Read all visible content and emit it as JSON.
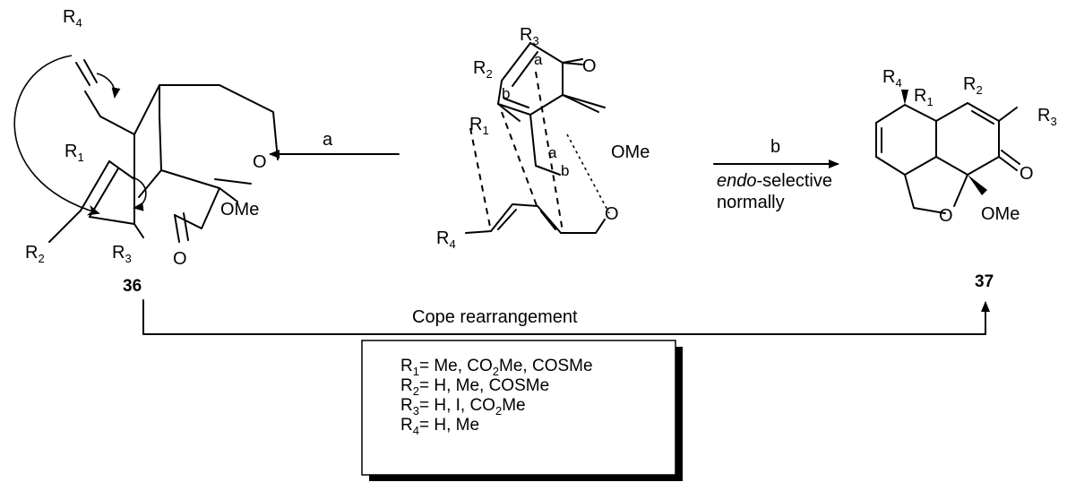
{
  "reaction_a": {
    "label": "a"
  },
  "reaction_b": {
    "label": "b",
    "note_italic": "endo",
    "note_rest": "-selective",
    "note_line2": "normally"
  },
  "cope": {
    "label": "Cope rearrangement"
  },
  "compound_36": {
    "number": "36"
  },
  "compound_37": {
    "number": "37"
  },
  "atoms": {
    "R": "R",
    "one": "1",
    "two": "2",
    "three": "3",
    "four": "4",
    "O": "O",
    "OMe": "OMe",
    "a": "a",
    "b": "b"
  },
  "legend": {
    "lines": [
      {
        "r": "R",
        "sub": "1",
        "text": "= Me, CO",
        "sub2": "2",
        "text2": "Me, COSMe"
      },
      {
        "r": "R",
        "sub": "2",
        "text": "= H, Me, COSMe",
        "sub2": "",
        "text2": ""
      },
      {
        "r": "R",
        "sub": "3",
        "text": "= H, I, CO",
        "sub2": "2",
        "text2": "Me"
      },
      {
        "r": "R",
        "sub": "4",
        "text": "= H, Me",
        "sub2": "",
        "text2": ""
      }
    ]
  }
}
